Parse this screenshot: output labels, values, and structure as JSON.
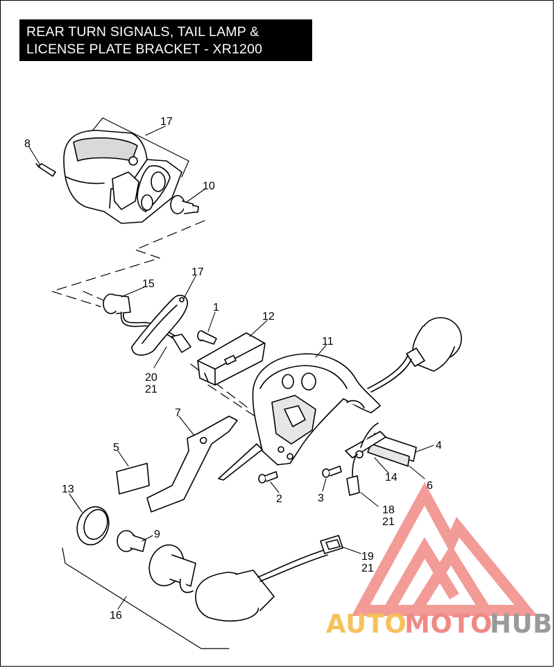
{
  "title": {
    "line1": "REAR TURN SIGNALS, TAIL LAMP &",
    "line2": "LICENSE PLATE BRACKET - XR1200"
  },
  "callouts": {
    "c17a": "17",
    "c8": "8",
    "c10": "10",
    "c17b": "17",
    "c15": "15",
    "c1": "1",
    "c12": "12",
    "c11": "11",
    "c20": "20",
    "c21a": "21",
    "c7": "7",
    "c5": "5",
    "c4": "4",
    "c14": "14",
    "c6": "6",
    "c2": "2",
    "c3": "3",
    "c18": "18",
    "c21b": "21",
    "c13": "13",
    "c9": "9",
    "c19": "19",
    "c21c": "21",
    "c16": "16"
  },
  "watermark": {
    "part1": "AUTO",
    "part2": "MOTO",
    "part3": "HUB",
    "color_auto": "#f5c15a",
    "color_moto": "#ef8a86",
    "color_hub": "#9a9a9a",
    "color_logo": "#f08a86"
  }
}
